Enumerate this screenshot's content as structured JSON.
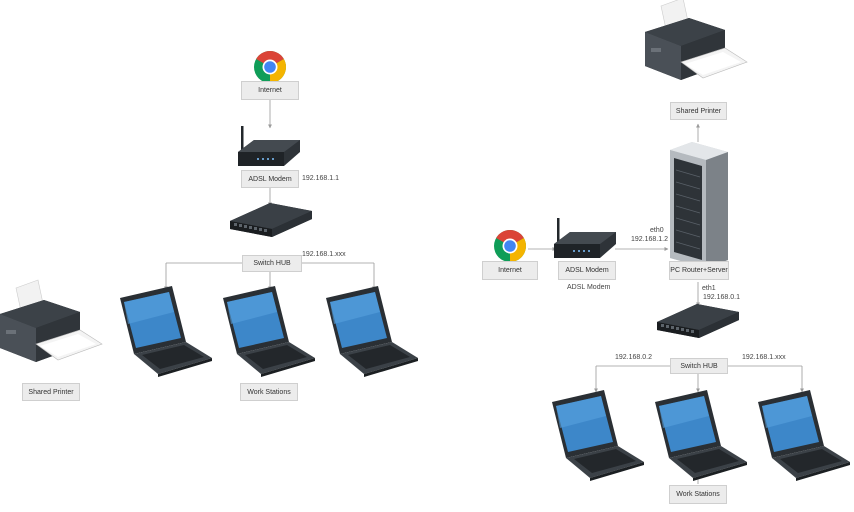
{
  "left": {
    "internet_label": "Internet",
    "modem_label": "ADSL Modem",
    "modem_ip": "192.168.1.1",
    "switch_label": "Switch HUB",
    "switch_ip": "192.168.1.xxx",
    "printer_label": "Shared Printer",
    "workstations_label": "Work Stations"
  },
  "right": {
    "printer_label": "Shared Printer",
    "internet_label": "Internet",
    "modem_label": "ADSL Modem",
    "modem_caption": "ADSL Modem",
    "eth0_label": "eth0",
    "eth0_ip": "192.168.1.2",
    "server_label": "PC Router+Server",
    "eth1_label": "eth1",
    "eth1_ip": "192.168.0.1",
    "switch_label": "Switch HUB",
    "ip_left": "192.168.0.2",
    "ip_right": "192.168.1.xxx",
    "workstations_label": "Work Stations"
  },
  "colors": {
    "chrome_red": "#db4437",
    "chrome_yellow": "#f4b400",
    "chrome_green": "#0f9d58",
    "chrome_blue": "#4285f4",
    "device_dark": "#2e3338",
    "screen_blue": "#3d87c9"
  },
  "icons": [
    "chrome-icon",
    "router-icon",
    "switch-icon",
    "laptop-icon",
    "printer-icon",
    "server-rack-icon"
  ]
}
